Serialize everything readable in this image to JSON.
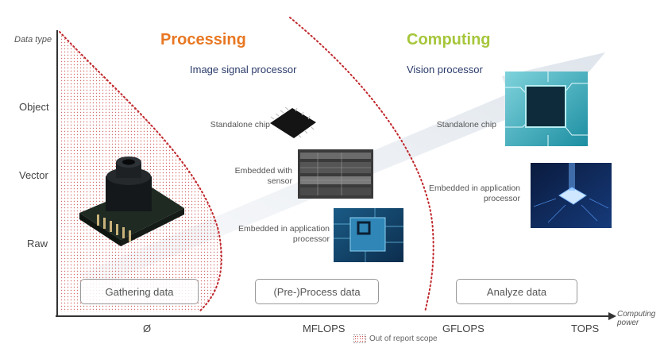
{
  "axes": {
    "y_title": "Data type",
    "y_ticks": [
      "Object",
      "Vector",
      "Raw"
    ],
    "x_title": "Computing power",
    "x_ticks": [
      "Ø",
      "MFLOPS",
      "GFLOPS",
      "TOPS"
    ]
  },
  "regions": {
    "processing": {
      "title": "Processing",
      "subtitle": "Image signal processor",
      "color": "#e87722"
    },
    "computing": {
      "title": "Computing",
      "subtitle": "Vision processor",
      "color": "#a6c63b"
    }
  },
  "items": {
    "isp_standalone": "Standalone chip",
    "isp_embedded_sensor": "Embedded with sensor",
    "isp_embedded_app": "Embedded in application processor",
    "vp_standalone": "Standalone chip",
    "vp_embedded_app": "Embedded in application processor"
  },
  "stages": [
    "Gathering data",
    "(Pre-)Process data",
    "Analyze data"
  ],
  "legend": {
    "label": "Out of report scope"
  },
  "colors": {
    "dotted_boundary": "#c0282d",
    "arrow": "#e6ebf1"
  }
}
